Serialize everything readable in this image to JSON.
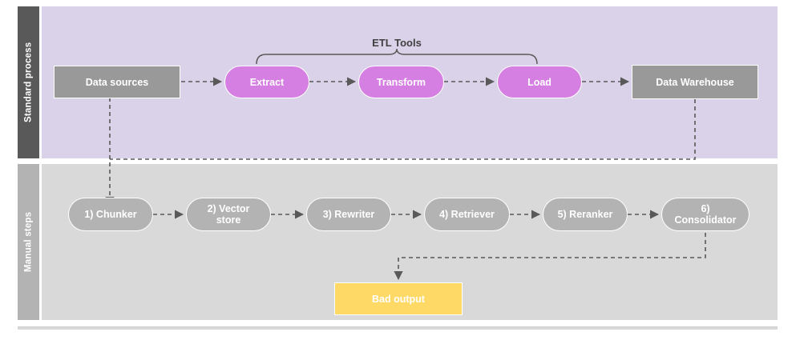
{
  "diagram": {
    "title": "ETL and manual RAG pipeline swimlane diagram",
    "colors": {
      "lane_top_header_bg": "#595959",
      "lane_top_body_bg": "#d9d2e9",
      "lane_bottom_header_bg": "#b3b3b3",
      "lane_bottom_body_bg": "#d9d9d9",
      "node_gray": "#999999",
      "node_purple": "#d67fe2",
      "node_pill_gray": "#b3b3b3",
      "node_yellow": "#ffd966",
      "connector": "#595959",
      "node_text": "#ffffff",
      "brace_text": "#404040"
    }
  },
  "lanes": [
    {
      "id": "standard-process",
      "label": "Standard process"
    },
    {
      "id": "manual-steps",
      "label": "Manual steps"
    }
  ],
  "annotations": {
    "etl_bracket_label": "ETL Tools"
  },
  "standard_process": {
    "nodes": [
      {
        "id": "data-sources",
        "label": "Data sources",
        "shape": "rect",
        "color": "#999999"
      },
      {
        "id": "extract",
        "label": "Extract",
        "shape": "pill",
        "color": "#d67fe2"
      },
      {
        "id": "transform",
        "label": "Transform",
        "shape": "pill",
        "color": "#d67fe2"
      },
      {
        "id": "load",
        "label": "Load",
        "shape": "pill",
        "color": "#d67fe2"
      },
      {
        "id": "data-warehouse",
        "label": "Data Warehouse",
        "shape": "rect",
        "color": "#999999"
      }
    ]
  },
  "manual_steps": {
    "nodes": [
      {
        "id": "chunker",
        "label": "1) Chunker",
        "shape": "pill",
        "color": "#b3b3b3"
      },
      {
        "id": "vector-store",
        "label": "2) Vector store",
        "shape": "pill",
        "color": "#b3b3b3"
      },
      {
        "id": "rewriter",
        "label": "3) Rewriter",
        "shape": "pill",
        "color": "#b3b3b3"
      },
      {
        "id": "retriever",
        "label": "4) Retriever",
        "shape": "pill",
        "color": "#b3b3b3"
      },
      {
        "id": "reranker",
        "label": "5) Reranker",
        "shape": "pill",
        "color": "#b3b3b3"
      },
      {
        "id": "consolidator",
        "label": "6) Consolidator",
        "shape": "pill",
        "color": "#b3b3b3"
      },
      {
        "id": "bad-output",
        "label": "Bad output",
        "shape": "rect",
        "color": "#ffd966"
      }
    ]
  },
  "connections": [
    {
      "from": "data-sources",
      "to": "extract",
      "style": "dashed-arrow"
    },
    {
      "from": "extract",
      "to": "transform",
      "style": "dashed-arrow"
    },
    {
      "from": "transform",
      "to": "load",
      "style": "dashed-arrow"
    },
    {
      "from": "load",
      "to": "data-warehouse",
      "style": "dashed-arrow"
    },
    {
      "from": "data-sources",
      "to": "chunker",
      "style": "dashed-arrow"
    },
    {
      "from": "chunker",
      "to": "vector-store",
      "style": "dashed-arrow"
    },
    {
      "from": "vector-store",
      "to": "rewriter",
      "style": "dashed-arrow"
    },
    {
      "from": "rewriter",
      "to": "retriever",
      "style": "dashed-arrow"
    },
    {
      "from": "retriever",
      "to": "reranker",
      "style": "dashed-arrow"
    },
    {
      "from": "reranker",
      "to": "consolidator",
      "style": "dashed-arrow"
    },
    {
      "from": "data-warehouse",
      "to": "consolidator",
      "style": "dashed-line"
    },
    {
      "from": "consolidator",
      "to": "bad-output",
      "style": "dashed-arrow"
    }
  ]
}
